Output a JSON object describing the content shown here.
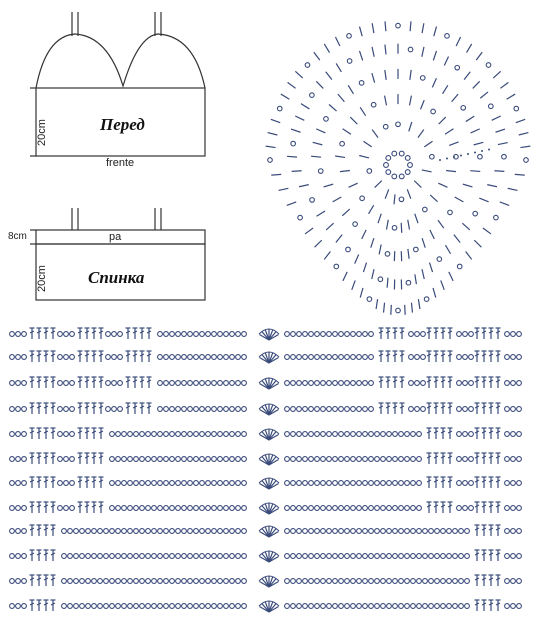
{
  "front_panel": {
    "title": "Перед",
    "height_label": "20cm",
    "caption": "frente"
  },
  "back_panel": {
    "title": "Спинка",
    "band_label": "pa",
    "band_height_label": "8cm",
    "height_label": "20cm"
  },
  "colors": {
    "outline": "#333333",
    "stitch": "#3a4b7a",
    "stitch_light": "#6a78a3"
  },
  "motif_chart": {
    "type": "triangular crochet motif",
    "rounds": 5
  },
  "pattern_chart": {
    "type": "crochet stitch chart",
    "rows": 12
  }
}
